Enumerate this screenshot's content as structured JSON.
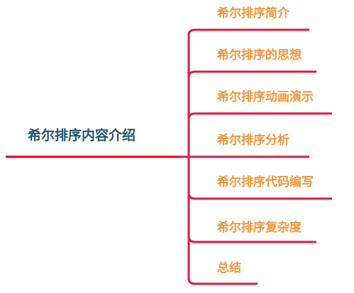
{
  "colors": {
    "root_text": "#23546b",
    "branch_text": "#f0963a",
    "root_line": "#e8001f",
    "connector": "#d81e3c"
  },
  "root": {
    "label": "希尔排序内容介绍"
  },
  "branches": [
    {
      "label": "希尔排序简介"
    },
    {
      "label": "希尔排序的思想"
    },
    {
      "label": "希尔排序动画演示"
    },
    {
      "label": "希尔排序分析"
    },
    {
      "label": "希尔排序代码编写"
    },
    {
      "label": "希尔排序复杂度"
    },
    {
      "label": "总结"
    }
  ]
}
